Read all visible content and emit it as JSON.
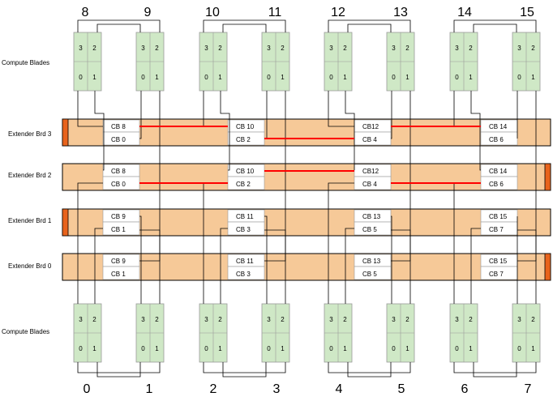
{
  "top_node_numbers": [
    "8",
    "9",
    "10",
    "11",
    "12",
    "13",
    "14",
    "15"
  ],
  "bottom_node_numbers": [
    "0",
    "1",
    "2",
    "3",
    "4",
    "5",
    "6",
    "7"
  ],
  "side_labels": {
    "compute_top": "Compute Blades",
    "compute_bottom": "Compute Blades",
    "boards": [
      "Extender Brd 3",
      "Extender Brd 2",
      "Extender Brd 1",
      "Extender Brd 0"
    ]
  },
  "blade_cells": [
    "3",
    "2",
    "0",
    "1"
  ],
  "boards": [
    {
      "name": "Extender Brd 3",
      "marker_side": "left",
      "ports": [
        {
          "top": "CB 8",
          "bottom": "CB 0"
        },
        {
          "top": "CB 10",
          "bottom": "CB 2"
        },
        {
          "top": "CB12",
          "bottom": "CB 4"
        },
        {
          "top": "CB 14",
          "bottom": "CB 6"
        }
      ],
      "red_links": [
        [
          "0t",
          "1t"
        ],
        [
          "1b",
          "2b"
        ],
        [
          "2t",
          "3t"
        ]
      ]
    },
    {
      "name": "Extender Brd 2",
      "marker_side": "right",
      "ports": [
        {
          "top": "CB 8",
          "bottom": "CB 0"
        },
        {
          "top": "CB 10",
          "bottom": "CB 2"
        },
        {
          "top": "CB12",
          "bottom": "CB 4"
        },
        {
          "top": "CB 14",
          "bottom": "CB 6"
        }
      ],
      "red_links": [
        [
          "0b",
          "1b"
        ],
        [
          "1t",
          "2t"
        ],
        [
          "2b",
          "3b"
        ]
      ]
    },
    {
      "name": "Extender Brd 1",
      "marker_side": "left",
      "ports": [
        {
          "top": "CB 9",
          "bottom": "CB 1"
        },
        {
          "top": "CB 11",
          "bottom": "CB 3"
        },
        {
          "top": "CB 13",
          "bottom": "CB 5"
        },
        {
          "top": "CB 15",
          "bottom": "CB 7"
        }
      ],
      "red_links": []
    },
    {
      "name": "Extender Brd 0",
      "marker_side": "right",
      "ports": [
        {
          "top": "CB 9",
          "bottom": "CB 1"
        },
        {
          "top": "CB 11",
          "bottom": "CB 3"
        },
        {
          "top": "CB 13",
          "bottom": "CB 5"
        },
        {
          "top": "CB 15",
          "bottom": "CB 7"
        }
      ],
      "red_links": []
    }
  ],
  "colors": {
    "blade_fill": "#cfe8c6",
    "board_fill": "#f6c998",
    "board_marker": "#e8631c",
    "red_link": "#ff0000",
    "port_fill": "#ffffff",
    "line": "#000000"
  }
}
